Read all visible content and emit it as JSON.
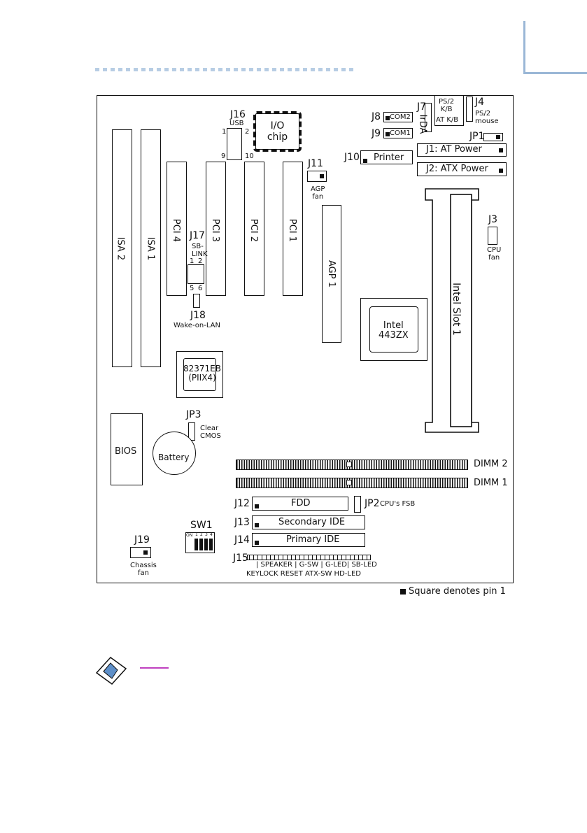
{
  "board": {
    "j16": "J16",
    "usb": "USB",
    "usb_p1": "1",
    "usb_p2": "2",
    "usb_p9": "9",
    "usb_p10": "10",
    "io_chip": "I/O\nchip",
    "j8": "J8",
    "com2": "COM2",
    "j9": "J9",
    "com1": "COM1",
    "j7": "J7",
    "irda": "IrDA",
    "ps2kb": "PS/2\nK/B",
    "atkb": "AT K/B",
    "j4": "J4",
    "ps2mouse": "PS/2\nmouse",
    "jp1": "JP1",
    "j10": "J10",
    "printer": "Printer",
    "j1": "J1: AT Power",
    "j2": "J2: ATX Power",
    "j11": "J11",
    "agpfan": "AGP\nfan",
    "isa2": "ISA 2",
    "isa1": "ISA 1",
    "pci4": "PCI 4",
    "pci3": "PCI 3",
    "pci2": "PCI 2",
    "pci1": "PCI 1",
    "agp1": "AGP 1",
    "j17": "J17",
    "sblink": "SB-\nLINK",
    "j17_p1": "1",
    "j17_p2": "2",
    "j17_p5": "5",
    "j17_p6": "6",
    "j18": "J18",
    "wol": "Wake-on-LAN",
    "j3": "J3",
    "cpufan": "CPU\nfan",
    "intel_slot": "Intel Slot 1",
    "intel_chip": "Intel\n443ZX",
    "piix": "82371EB\n(PIIX4)",
    "jp3": "JP3",
    "clearcmos": "Clear\nCMOS",
    "bios": "BIOS",
    "battery": "Battery",
    "dimm2": "DIMM 2",
    "dimm1": "DIMM 1",
    "j12": "J12",
    "fdd": "FDD",
    "jp2": "JP2",
    "cpufsb": "CPU's FSB",
    "j13": "J13",
    "secide": "Secondary IDE",
    "j14": "J14",
    "primide": "Primary IDE",
    "sw1": "SW1",
    "sw_on": "ON",
    "sw_nums": [
      "1",
      "2",
      "3",
      "4"
    ],
    "j19": "J19",
    "chassisfan": "Chassis\nfan",
    "j15": "J15",
    "panel_top": "|   SPEAKER | G-SW | G-LED| SB-LED",
    "panel_bot": "KEYLOCK    RESET  ATX-SW HD-LED"
  },
  "legend": "Square denotes pin 1"
}
